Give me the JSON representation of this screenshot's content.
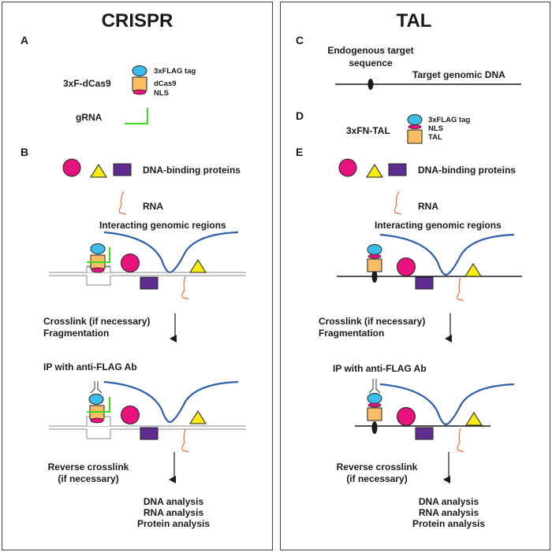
{
  "figure": {
    "left": {
      "title": "CRISPR",
      "panel_a": {
        "letter": "A",
        "construct_label": "3xF-dCas9",
        "parts": [
          "3xFLAG tag",
          "dCas9",
          "NLS"
        ],
        "grna_label": "gRNA"
      },
      "panel_b": {
        "letter": "B",
        "proteins_label": "DNA-binding proteins",
        "rna_label": "RNA",
        "regions_label": "Interacting genomic regions",
        "step1": [
          "Crosslink (if necessary)",
          "Fragmentation"
        ],
        "ip_label": "IP with anti-FLAG Ab",
        "step2": [
          "Reverse crosslink",
          "(if necessary)"
        ],
        "outputs": [
          "DNA analysis",
          "RNA analysis",
          "Protein analysis"
        ]
      }
    },
    "right": {
      "title": "TAL",
      "panel_c": {
        "letter": "C",
        "target_label": [
          "Endogenous target",
          "sequence"
        ],
        "dna_label": "Target genomic DNA"
      },
      "panel_d": {
        "letter": "D",
        "construct_label": "3xFN-TAL",
        "parts": [
          "3xFLAG tag",
          "NLS",
          "TAL"
        ]
      },
      "panel_e": {
        "letter": "E",
        "proteins_label": "DNA-binding proteins",
        "rna_label": "RNA",
        "regions_label": "Interacting genomic regions",
        "step1": [
          "Crosslink (if necessary)",
          "Fragmentation"
        ],
        "ip_label": "IP with anti-FLAG Ab",
        "step2": [
          "Reverse crosslink",
          "(if necessary)"
        ],
        "outputs": [
          "DNA analysis",
          "RNA analysis",
          "Protein analysis"
        ]
      }
    },
    "colors": {
      "flag_tag": "#3cbde8",
      "dcas9": "#fbbd63",
      "nls": "#e8127c",
      "grna": "#3ddc1f",
      "circle_protein": "#e8127c",
      "triangle_protein": "#f7ea0e",
      "square_protein": "#5e2d8f",
      "rna": "#f06a3b",
      "genomic_region": "#2d5fae"
    }
  }
}
